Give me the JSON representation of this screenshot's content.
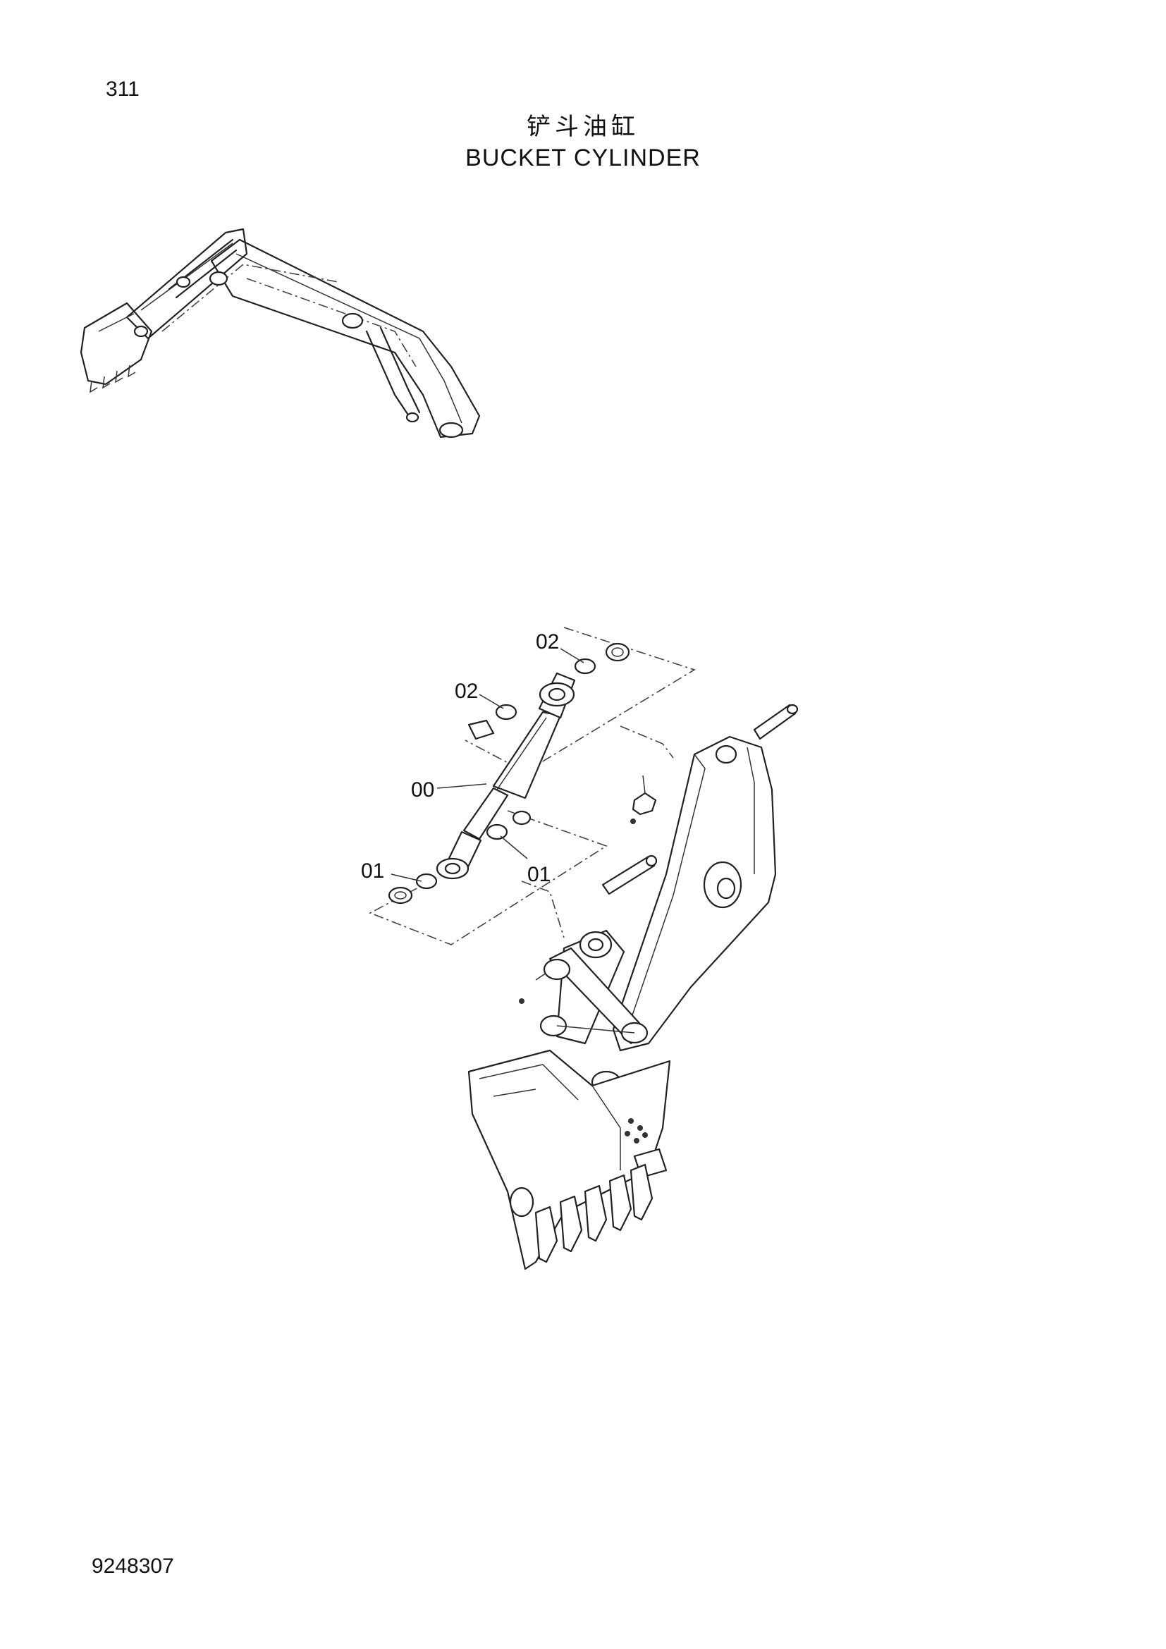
{
  "header": {
    "page_number": "311",
    "title_cn": "铲斗油缸",
    "title_en": "BUCKET CYLINDER"
  },
  "callouts": {
    "cylinder": "00",
    "bushing_upper_left": "02",
    "bushing_upper_right": "02",
    "bushing_lower_left": "01",
    "bushing_lower_right": "01"
  },
  "footer": {
    "doc_number": "9248307"
  }
}
